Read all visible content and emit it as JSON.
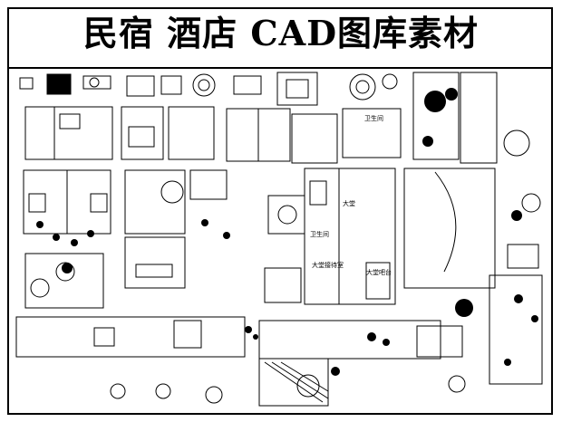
{
  "title": "民宿  酒店  CAD图库素材",
  "plan_labels": {
    "restroom_a": "卫生间",
    "lobby": "大堂",
    "restroom_b": "卫生间",
    "reception": "大堂接待室",
    "lobby_bar": "大堂吧台"
  }
}
